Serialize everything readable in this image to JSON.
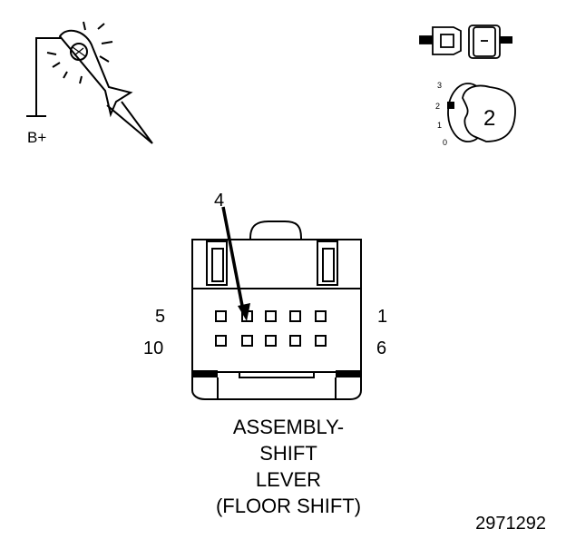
{
  "probe": {
    "label": "B+"
  },
  "connector_icon": {
    "view_number": "2",
    "position_labels": [
      "3",
      "2",
      "1",
      "0"
    ]
  },
  "connector": {
    "pin_callout": "4",
    "row_labels": {
      "top_left": "5",
      "top_right": "1",
      "bottom_left": "10",
      "bottom_right": "6"
    }
  },
  "caption": {
    "lines": [
      "ASSEMBLY-",
      "SHIFT",
      "LEVER",
      "(FLOOR SHIFT)"
    ]
  },
  "figure_id": "2971292",
  "colors": {
    "ink": "#000000",
    "paper": "#ffffff"
  }
}
